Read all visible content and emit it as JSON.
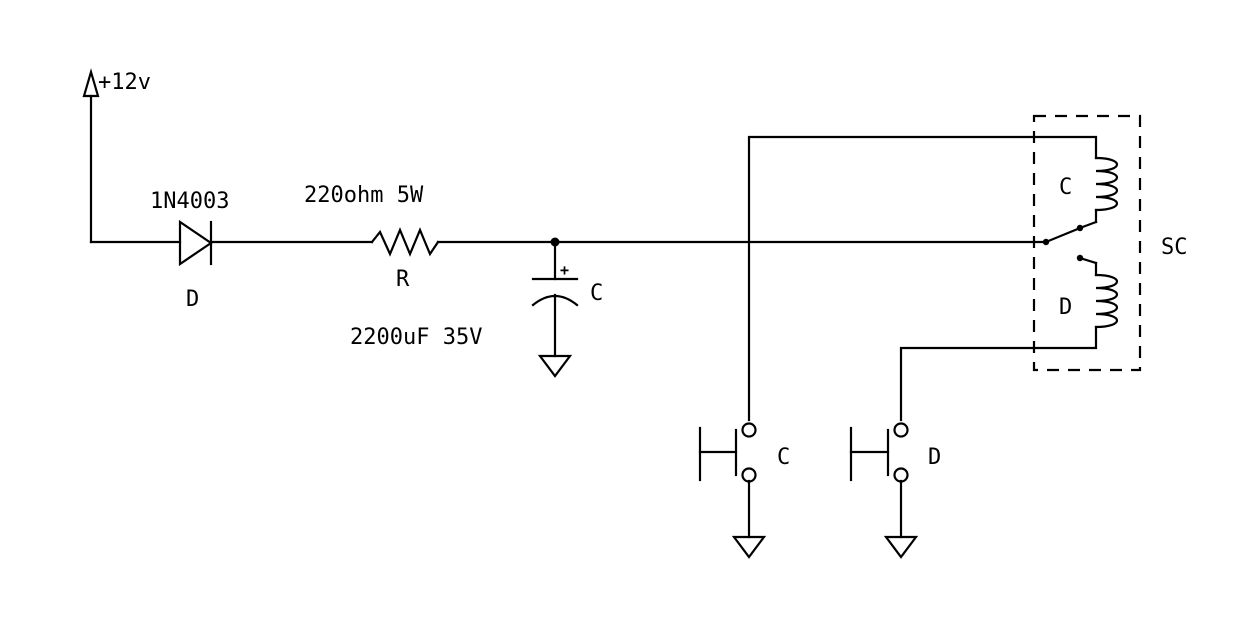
{
  "supply": {
    "label": "+12v"
  },
  "diode": {
    "part": "1N4003",
    "ref": "D"
  },
  "resistor": {
    "value": "220ohm 5W",
    "ref": "R"
  },
  "capacitor": {
    "ref": "C",
    "polarity": "+",
    "value": "2200uF 35V"
  },
  "relay": {
    "ref": "SC",
    "coil_upper": "C",
    "coil_lower": "D"
  },
  "button_c": {
    "ref": "C"
  },
  "button_d": {
    "ref": "D"
  },
  "colors": {
    "ink": "#000000",
    "background": "#ffffff"
  }
}
